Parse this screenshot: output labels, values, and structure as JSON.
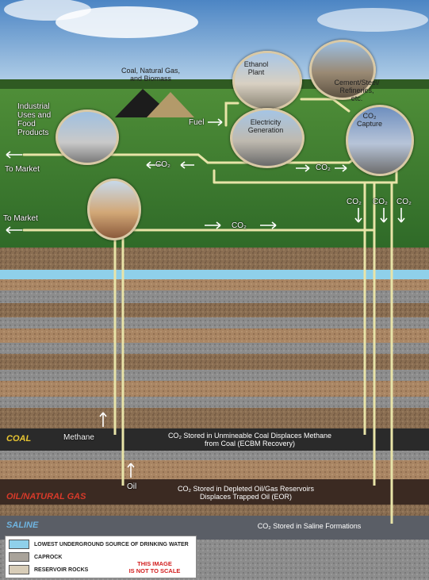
{
  "labels": {
    "coal_gas_biomass": "Coal, Natural Gas,\nand Biomass",
    "ethanol_plant": "Ethanol\nPlant",
    "cement": "Cement/Steel/\nRefineries, etc.",
    "industrial": "Industrial\nUses and\nFood\nProducts",
    "fuel": "Fuel",
    "electricity": "Electricity\nGeneration",
    "co2_capture": "CO₂\nCapture",
    "to_market_1": "To Market",
    "to_market_2": "To Market",
    "co2_flow_1": "CO₂",
    "co2_flow_2": "CO₂",
    "co2_flow_3": "CO₂",
    "co2_down_1": "CO₂",
    "co2_down_2": "CO₂",
    "co2_down_3": "CO₂",
    "methane": "Methane",
    "oil": "Oil"
  },
  "layers": {
    "coal": "COAL",
    "oil_gas": "OIL/NATURAL GAS",
    "saline": "SALINE"
  },
  "storage": {
    "coal": "CO₂ Stored in Unmineable Coal Displaces Methane\nfrom Coal (ECBM Recovery)",
    "oil_gas": "CO₂ Stored in Depleted Oil/Gas Reservoirs\nDisplaces Trapped Oil (EOR)",
    "saline": "CO₂ Stored in Saline Formations"
  },
  "legend": {
    "items": [
      {
        "label": "LOWEST UNDERGROUND SOURCE OF DRINKING WATER",
        "color": "#8fd0ea"
      },
      {
        "label": "CAPROCK",
        "color": "#a9a39a"
      },
      {
        "label": "RESERVOIR ROCKS",
        "color": "#d8cdb8"
      }
    ],
    "note": "THIS IMAGE\nIS NOT TO SCALE"
  },
  "colors": {
    "pipe": "#e8e4a8",
    "sky": "#6fa3d6",
    "grass": "#3f7a2f",
    "coal_band": "#2a2a2a",
    "oil_band": "#3b2a22",
    "saline_band": "#5a5e66",
    "aquifer": "#8fd0ea",
    "coal_label": "#e8c532",
    "oil_label": "#d83a2a",
    "saline_label": "#6fb4e0"
  }
}
